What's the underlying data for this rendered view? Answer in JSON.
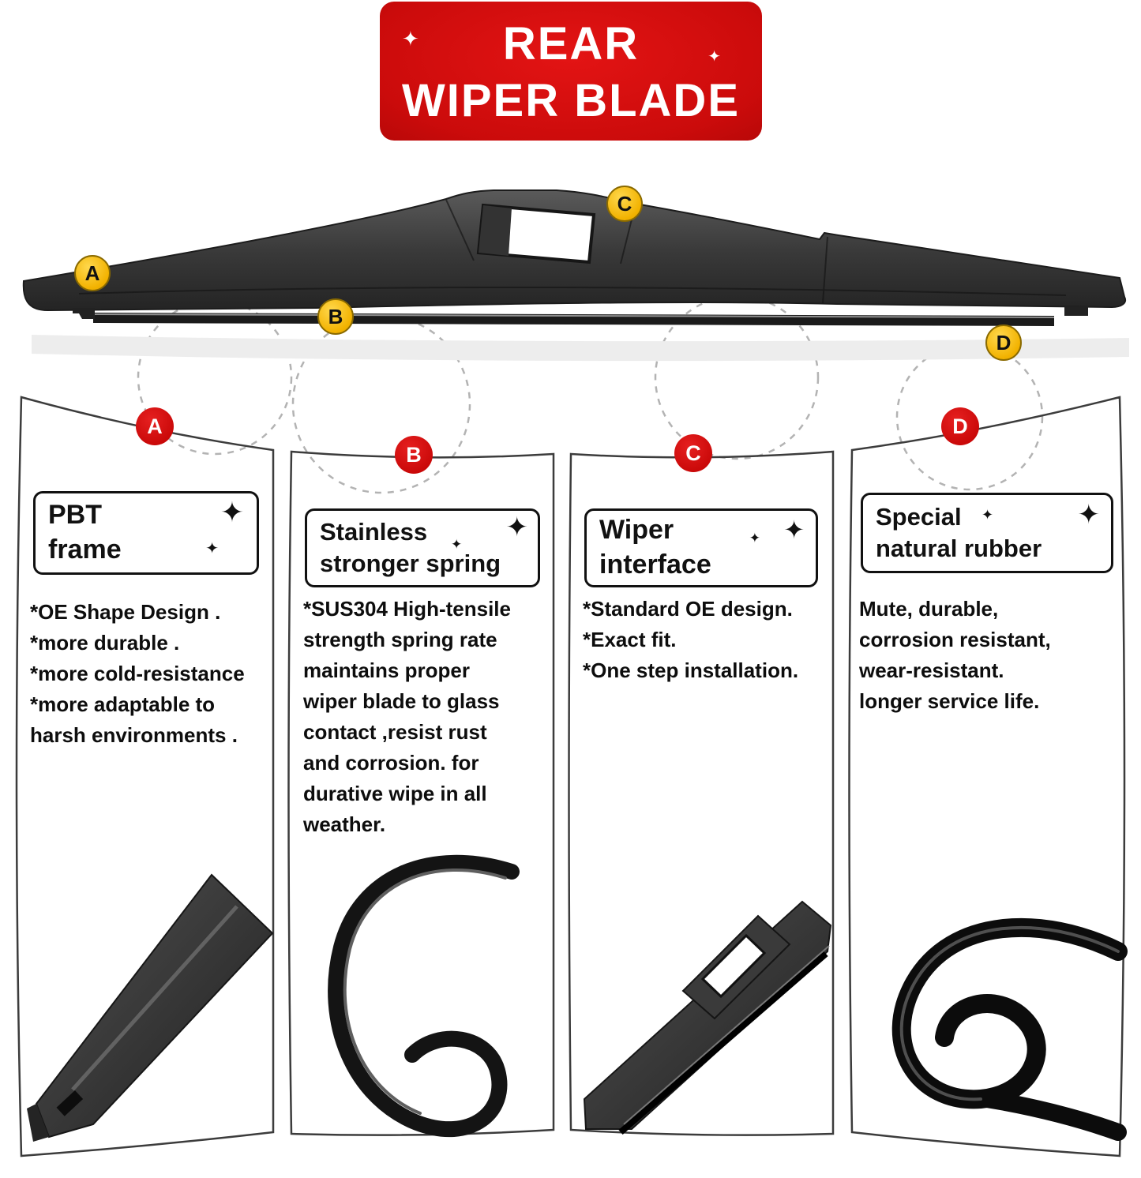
{
  "header": {
    "line1": "REAR",
    "line2": "WIPER BLADE"
  },
  "icons": {
    "sparkle": "✦"
  },
  "diagram": {
    "markers": [
      {
        "id": "A",
        "label": "A"
      },
      {
        "id": "B",
        "label": "B"
      },
      {
        "id": "C",
        "label": "C"
      },
      {
        "id": "D",
        "label": "D"
      }
    ]
  },
  "panels": [
    {
      "letter": "A",
      "title": "PBT\nframe",
      "description": "*OE Shape Design .\n*more durable .\n*more cold-resistance\n*more adaptable to\nharsh environments ."
    },
    {
      "letter": "B",
      "title": "Stainless\nstronger spring",
      "description": "*SUS304 High-tensile\nstrength spring rate\nmaintains proper\nwiper blade to glass\ncontact ,resist rust\nand corrosion. for\ndurative wipe in all\nweather."
    },
    {
      "letter": "C",
      "title": "Wiper\ninterface",
      "description": "*Standard OE design.\n*Exact fit.\n*One step installation."
    },
    {
      "letter": "D",
      "title": "Special\nnatural rubber",
      "description": "Mute, durable,\ncorrosion resistant,\nwear-resistant.\nlonger service life."
    }
  ],
  "colors": {
    "badge_red": "#cb0b0b",
    "marker_yellow": "#f2b200",
    "panel_border": "#3c3c3c"
  }
}
